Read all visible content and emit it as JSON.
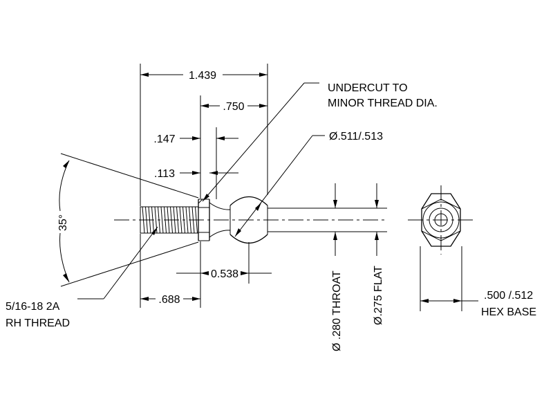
{
  "dimensions": {
    "overall_length": "1.439",
    "ball_to_base": ".750",
    "undercut_147": ".147",
    "undercut_113": ".113",
    "ball_offset": "0.538",
    "thread_length": ".688"
  },
  "callouts": {
    "undercut_line1": "UNDERCUT TO",
    "undercut_line2": "MINOR THREAD DIA.",
    "ball_dia": "Ø.511/.513",
    "thread_line1": "5/16-18 2A",
    "thread_line2": "RH THREAD",
    "hex_line1": ".500 /.512",
    "hex_line2": "HEX BASE",
    "throat": "Ø .280 THROAT",
    "flat": "Ø.275 FLAT",
    "angle": "35°"
  }
}
